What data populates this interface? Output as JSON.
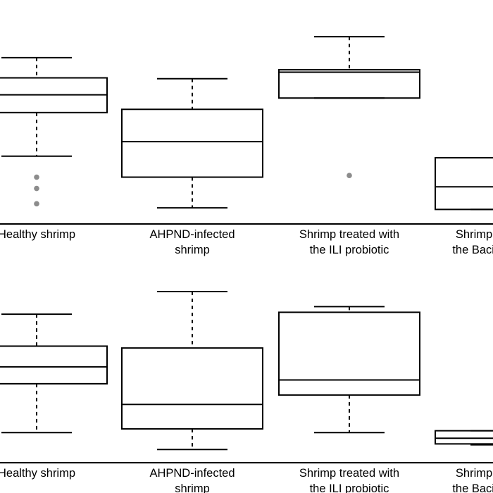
{
  "chart_data": [
    {
      "type": "box",
      "panel": "top",
      "categories": [
        "Healthy shrimp",
        "AHPND-infected shrimp",
        "Shrimp treated with the ILI probiotic",
        "Shrimp treated with the Bacillus probiotic"
      ],
      "category_label_lines": [
        [
          "Healthy shrimp"
        ],
        [
          "AHPND-infected",
          "shrimp"
        ],
        [
          "Shrimp treated with",
          "the ILI probiotic"
        ],
        [
          "Shrimp treated with",
          "the Bacillus probiotic"
        ]
      ],
      "boxes": [
        {
          "whisker_low": 3.7,
          "q1": 6.4,
          "median": 7.5,
          "q3": 8.55,
          "whisker_high": 9.8,
          "outliers": [
            2.4,
            1.7,
            0.75
          ]
        },
        {
          "whisker_low": 0.5,
          "q1": 2.4,
          "median": 4.6,
          "q3": 6.6,
          "whisker_high": 8.5
        },
        {
          "whisker_low": 7.3,
          "q1": 7.3,
          "median": 8.9,
          "q3": 9.05,
          "whisker_high": 11.1,
          "outliers": [
            2.5
          ]
        },
        {
          "whisker_low": 0.4,
          "q1": 0.4,
          "median": 1.8,
          "q3": 3.6,
          "whisker_high": 3.6
        }
      ],
      "ylim": [
        -0.5,
        12.5
      ],
      "xlabel": "",
      "ylabel": ""
    },
    {
      "type": "box",
      "panel": "bottom",
      "categories": [
        "Healthy shrimp",
        "AHPND-infected shrimp",
        "Shrimp treated with the ILI probiotic",
        "Shrimp treated with the Bacillus probiotic"
      ],
      "category_label_lines": [
        [
          "Healthy shrimp"
        ],
        [
          "AHPND-infected",
          "shrimp"
        ],
        [
          "Shrimp treated with",
          "the ILI probiotic"
        ],
        [
          "Shrimp treated with",
          "the Bacillus probiotic"
        ]
      ],
      "boxes": [
        {
          "whisker_low": 1.6,
          "q1": 4.2,
          "median": 5.1,
          "q3": 6.2,
          "whisker_high": 7.9
        },
        {
          "whisker_low": 0.7,
          "q1": 1.8,
          "median": 3.1,
          "q3": 6.1,
          "whisker_high": 9.1
        },
        {
          "whisker_low": 1.6,
          "q1": 3.6,
          "median": 4.4,
          "q3": 8.0,
          "whisker_high": 8.3
        },
        {
          "whisker_low": 0.95,
          "q1": 1.0,
          "median": 1.3,
          "q3": 1.7,
          "whisker_high": 1.7
        }
      ],
      "ylim": [
        0,
        10
      ],
      "xlabel": "",
      "ylabel": ""
    }
  ],
  "colors": {
    "stroke": "#000000",
    "outlier": "#8c8c8c",
    "background": "#ffffff"
  }
}
